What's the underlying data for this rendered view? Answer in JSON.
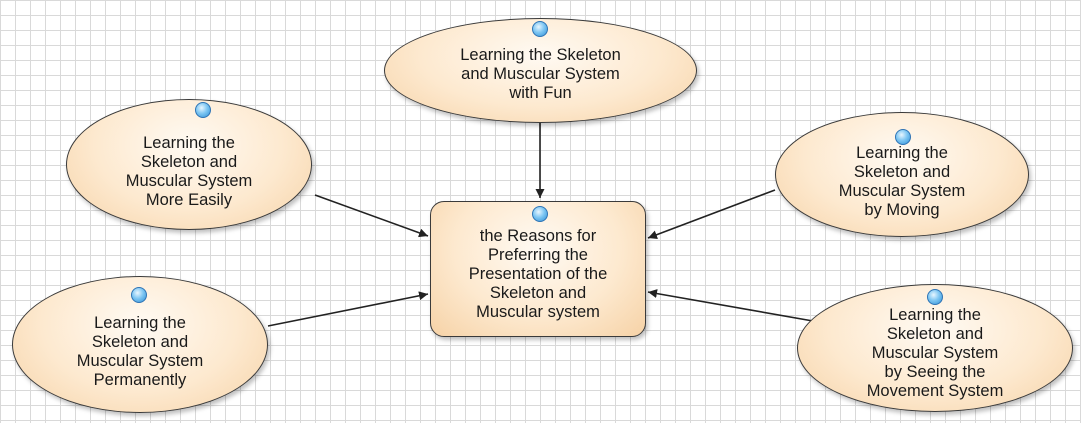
{
  "diagram": {
    "center": {
      "label": "the Reasons for\nPreferring the\nPresentation of the\nSkeleton and\nMuscular system"
    },
    "nodes": [
      {
        "id": "top",
        "label": "Learning the Skeleton\nand Muscular System\nwith Fun"
      },
      {
        "id": "left-top",
        "label": "Learning the\nSkeleton and\nMuscular  System\nMore Easily"
      },
      {
        "id": "right-top",
        "label": "Learning the\nSkeleton and\nMuscular System\nby Moving"
      },
      {
        "id": "left-bottom",
        "label": "Learning the\nSkeleton and\nMuscular System\nPermanently"
      },
      {
        "id": "right-bottom",
        "label": "Learning the\nSkeleton and\nMuscular System\nby Seeing the\nMovement System"
      }
    ],
    "colors": {
      "node_fill": "#fde9cf",
      "node_border": "#3a3a3a",
      "marker": "#4aa8e8",
      "arrow": "#222222",
      "grid": "#d9d9d9"
    },
    "icons": {
      "node_marker": "blue-sphere-icon"
    }
  }
}
